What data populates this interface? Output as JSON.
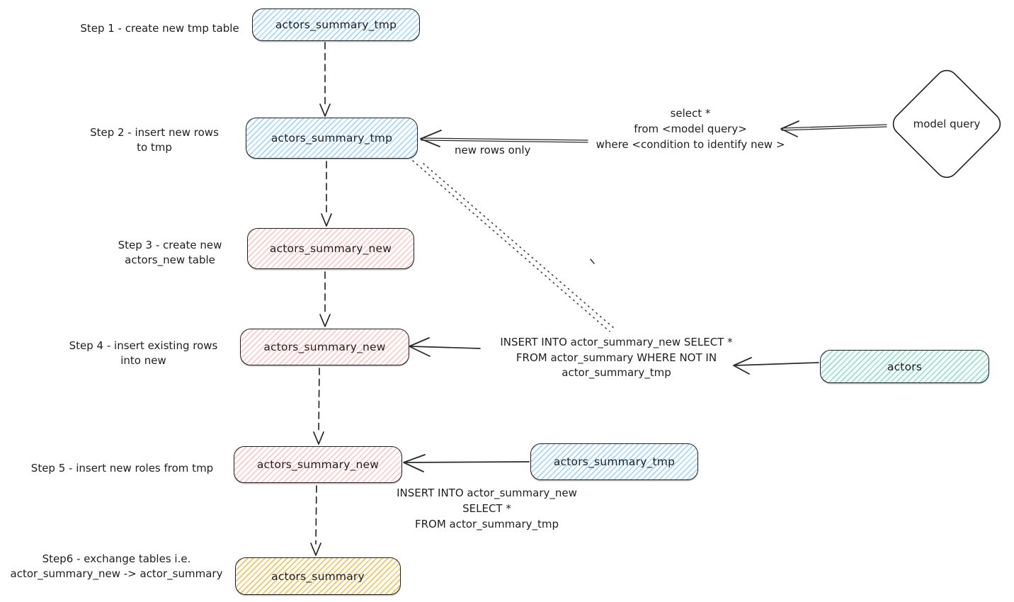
{
  "colors": {
    "blue": "#a5d8ff",
    "pink": "#ffc9c9",
    "teal": "#8fe5c5",
    "yellow": "#f1c65f",
    "ink": "#1e1e1e"
  },
  "steps": [
    {
      "label": "Step 1 - create new tmp table"
    },
    {
      "label": "Step 2 - insert new rows\nto tmp"
    },
    {
      "label": "Step 3 - create new\nactors_new table"
    },
    {
      "label": "Step 4 - insert existing rows\ninto new"
    },
    {
      "label": "Step 5 - insert new roles from tmp"
    },
    {
      "label": "Step6 - exchange tables i.e.\nactor_summary_new -> actor_summary"
    }
  ],
  "nodes": {
    "step1_box": {
      "label": "actors_summary_tmp",
      "color": "blue"
    },
    "step2_box": {
      "label": "actors_summary_tmp",
      "color": "blue"
    },
    "step3_box": {
      "label": "actors_summary_new",
      "color": "pink"
    },
    "step4_box": {
      "label": "actors_summary_new",
      "color": "pink"
    },
    "step5_box": {
      "label": "actors_summary_new",
      "color": "pink"
    },
    "step5_source_box": {
      "label": "actors_summary_tmp",
      "color": "blue"
    },
    "actors_box": {
      "label": "actors",
      "color": "teal"
    },
    "final_box": {
      "label": "actors_summary",
      "color": "yellow"
    },
    "model_query_diamond": {
      "label": "model query"
    }
  },
  "annotations": {
    "select_query": "select *\nfrom <model query>\nwhere <condition to identify new >",
    "new_rows_only": "new rows only",
    "insert_existing": "INSERT INTO actor_summary_new SELECT *\nFROM actor_summary WHERE NOT IN\nactor_summary_tmp",
    "insert_from_tmp": "INSERT INTO actor_summary_new\nSELECT *\nFROM actor_summary_tmp"
  }
}
